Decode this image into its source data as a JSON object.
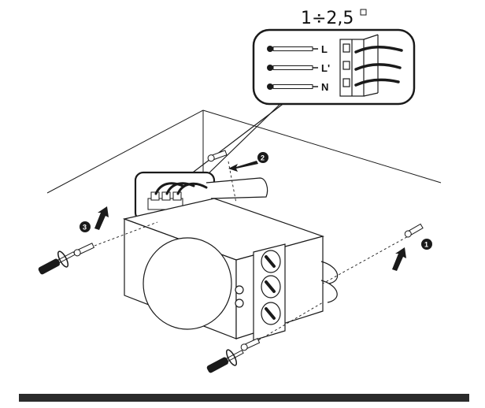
{
  "callout": {
    "cross_section_label": "1÷2,5",
    "wire_labels": [
      "L",
      "L'",
      "N"
    ]
  },
  "steps": {
    "step1": "1",
    "step2": "2",
    "step3": "3"
  },
  "colors": {
    "line": "#1a1a1a",
    "footer_bar": "#2b2b2b",
    "step_badge": "#1a1a1a"
  }
}
